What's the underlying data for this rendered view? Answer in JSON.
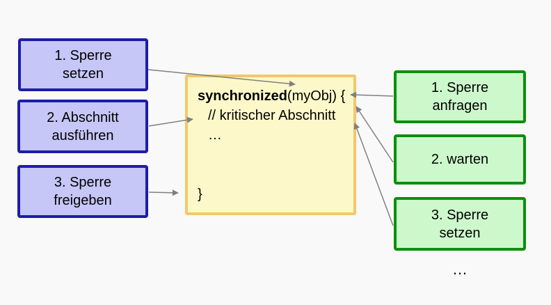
{
  "diagram": {
    "title_semantic": "synchronized block locking diagram",
    "left_boxes": [
      {
        "lines": [
          "1. Sperre",
          "setzen"
        ]
      },
      {
        "lines": [
          "2. Abschnitt",
          "ausführen"
        ]
      },
      {
        "lines": [
          "3. Sperre",
          "freigeben"
        ]
      }
    ],
    "right_boxes": [
      {
        "lines": [
          "1. Sperre",
          "anfragen"
        ]
      },
      {
        "lines": [
          "2. warten"
        ]
      },
      {
        "lines": [
          "3. Sperre",
          "setzen"
        ]
      }
    ],
    "code": {
      "keyword": "synchronized",
      "args": "(myObj) {",
      "comment": "// kritischer Abschnitt",
      "ellipsis": "…",
      "closing_brace": "}"
    },
    "bottom_ellipsis": "…",
    "colors": {
      "background": "#f9f9fa",
      "blue_box_fill": "#c6c6f7",
      "blue_box_border": "#1d1daa",
      "green_box_fill": "#cdf8cc",
      "green_box_border": "#0a900a",
      "code_box_fill": "#fdf8ca",
      "code_box_border": "#f3c76b",
      "arrow": "#7f7f7f",
      "text": "#000000"
    }
  }
}
